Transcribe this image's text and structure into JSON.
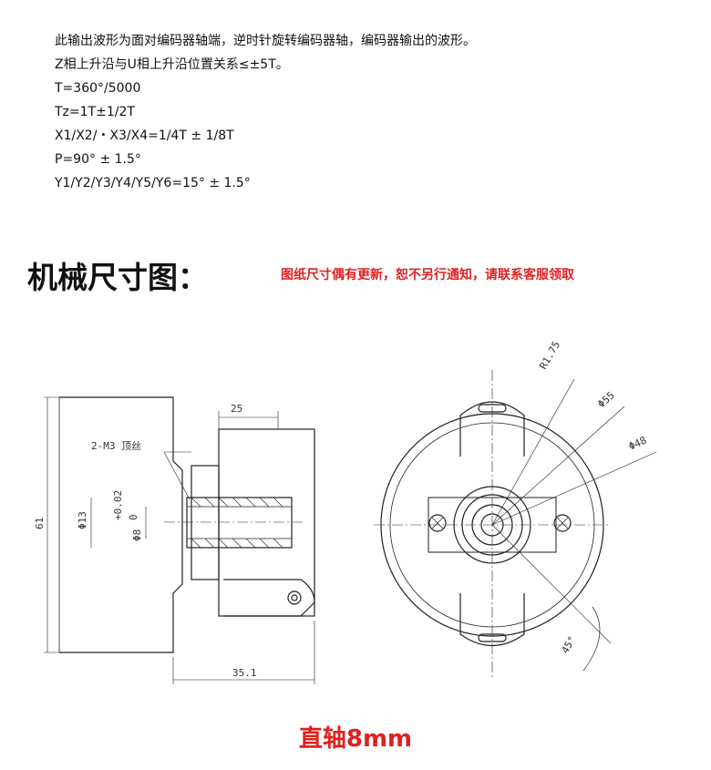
{
  "specs": [
    "此输出波形为面对编码器轴端，逆时针旋转编码器轴，编码器输出的波形。",
    "Z相上升沿与U相上升沿位置关系≤±5T。",
    "T=360°/5000",
    "Tz=1T±1/2T",
    "X1/X2/・X3/X4=1/4T ± 1/8T",
    "P=90° ± 1.5°",
    "Y1/Y2/Y3/Y4/Y5/Y6=15° ± 1.5°"
  ],
  "section_title": "机械尺寸图：",
  "notice": "图纸尺寸偶有更新，恕不另行通知，请联系客服领取",
  "drawing_labels": {
    "dim_25": "25",
    "screw": "2-M3 顶丝",
    "tol_upper": "+0.02",
    "tol_lower": "0",
    "dia_13": "Φ13",
    "dia_8": "Φ8",
    "dim_61": "61",
    "dim_351": "35.1",
    "r175": "R1.75",
    "dia_55": "Φ55",
    "dia_48": "Φ48",
    "angle_45": "45°"
  },
  "caption": "直轴8mm"
}
